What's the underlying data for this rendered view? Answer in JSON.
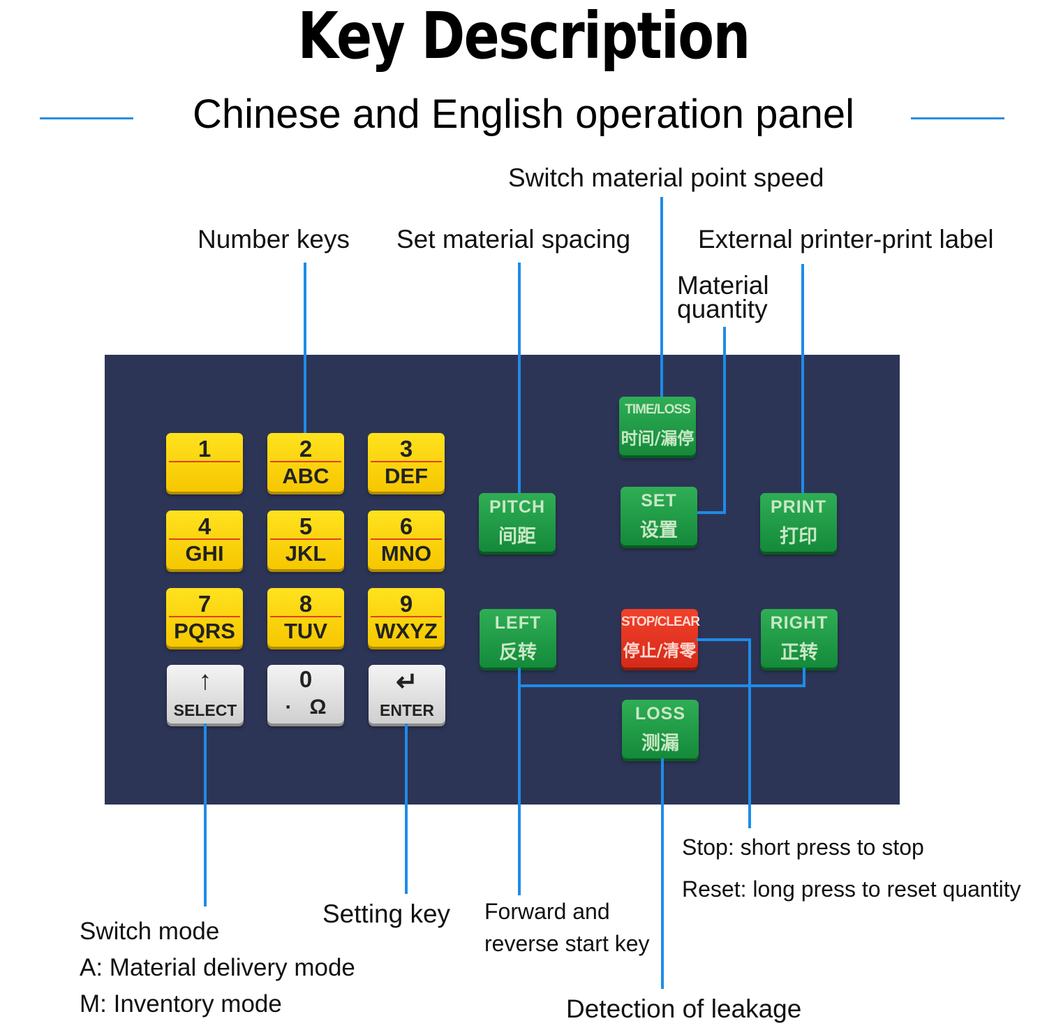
{
  "title": "Key Description",
  "subtitle": "Chinese and English operation panel",
  "labels": {
    "switch_speed": "Switch material point speed",
    "number_keys": "Number keys",
    "set_spacing": "Set material spacing",
    "external_printer": "External printer-print label",
    "material_qty_1": "Material",
    "material_qty_2": "quantity",
    "stop_short": "Stop: short press to stop",
    "reset_long": "Reset: long press to reset quantity",
    "setting_key": "Setting key",
    "forward_1": "Forward and",
    "forward_2": "reverse start key",
    "switch_mode": "Switch mode",
    "mode_a": "A: Material delivery mode",
    "mode_m": "M: Inventory mode",
    "leakage": "Detection of leakage"
  },
  "keys": {
    "k1": {
      "top": "1",
      "bot": ""
    },
    "k2": {
      "top": "2",
      "bot": "ABC"
    },
    "k3": {
      "top": "3",
      "bot": "DEF"
    },
    "k4": {
      "top": "4",
      "bot": "GHI"
    },
    "k5": {
      "top": "5",
      "bot": "JKL"
    },
    "k6": {
      "top": "6",
      "bot": "MNO"
    },
    "k7": {
      "top": "7",
      "bot": "PQRS"
    },
    "k8": {
      "top": "8",
      "bot": "TUV"
    },
    "k9": {
      "top": "9",
      "bot": "WXYZ"
    },
    "select": {
      "top": "↑",
      "bot": "SELECT"
    },
    "zero": {
      "top": "0",
      "bot": "·   Ω"
    },
    "enter": {
      "top": "↵",
      "bot": "ENTER"
    },
    "timeloss": {
      "top": "TIME/LOSS",
      "bot": "时间/漏停"
    },
    "pitch": {
      "top": "PITCH",
      "bot": "间距"
    },
    "set": {
      "top": "SET",
      "bot": "设置"
    },
    "print": {
      "top": "PRINT",
      "bot": "打印"
    },
    "left": {
      "top": "LEFT",
      "bot": "反转"
    },
    "stop": {
      "top": "STOP/CLEAR",
      "bot": "停止/清零"
    },
    "right": {
      "top": "RIGHT",
      "bot": "正转"
    },
    "loss": {
      "top": "LOSS",
      "bot": "测漏"
    }
  },
  "colors": {
    "panel": "#2d3557",
    "connector": "#1f8be8",
    "number_key": "#f6c700",
    "function_key": "#148a3a",
    "stop_key": "#d42a18"
  }
}
